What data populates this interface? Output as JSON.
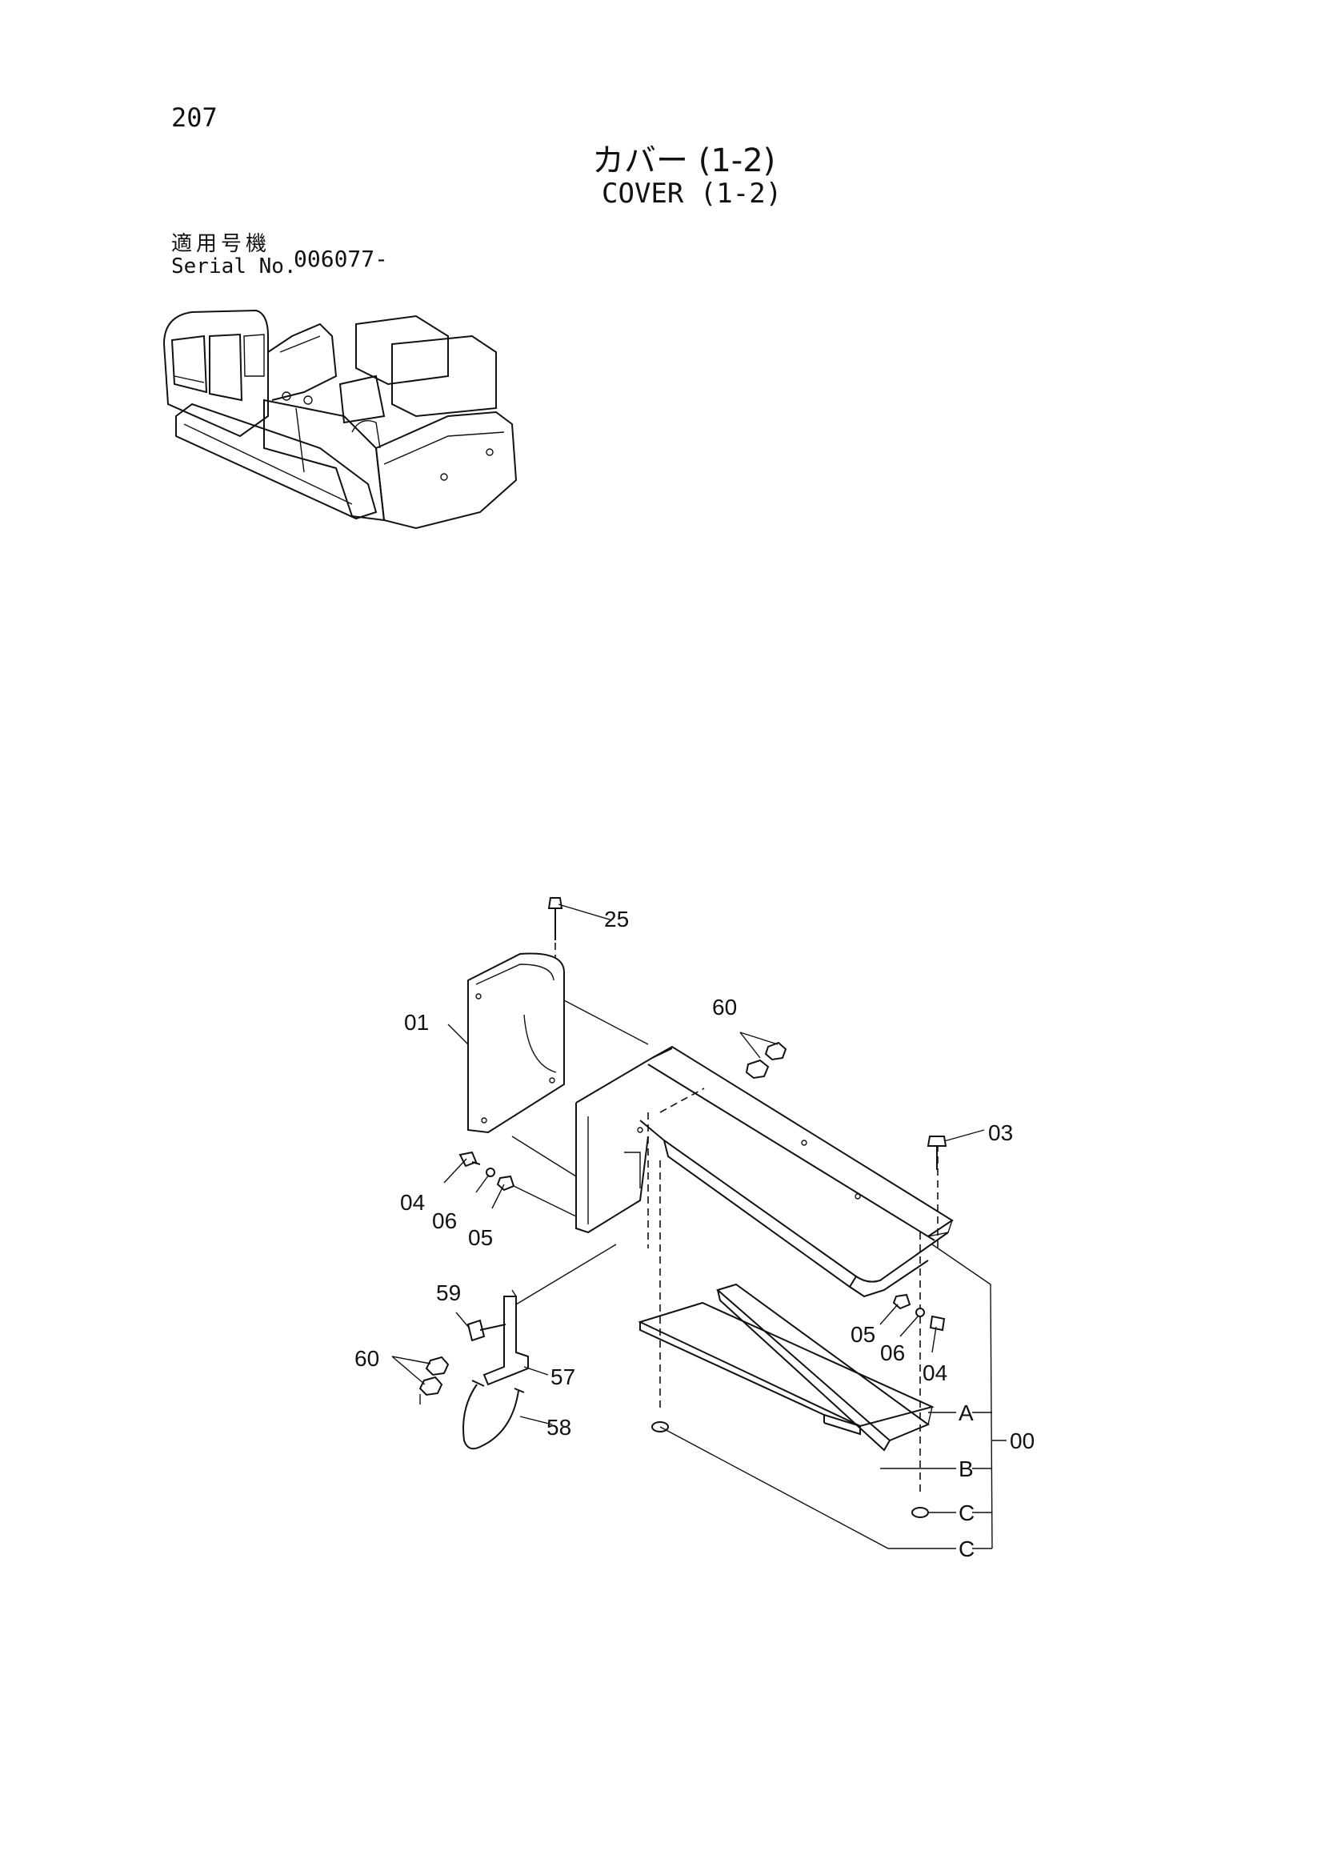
{
  "header": {
    "page_number": "207",
    "title_ja": "カバー (1-2)",
    "title_en": "COVER (1-2)",
    "serial_label_ja": "適用号機",
    "serial_label_en": "Serial No.",
    "serial_value": "006077-"
  },
  "callouts": {
    "p25": "25",
    "p01": "01",
    "p60_top": "60",
    "p03": "03",
    "p04_left": "04",
    "p06_left": "06",
    "p05_left": "05",
    "p59": "59",
    "p60_left": "60",
    "p57": "57",
    "p58": "58",
    "p05_right": "05",
    "p06_right": "06",
    "p04_right": "04",
    "pA": "A",
    "pB": "B",
    "pC1": "C",
    "pC2": "C",
    "p00": "00"
  }
}
